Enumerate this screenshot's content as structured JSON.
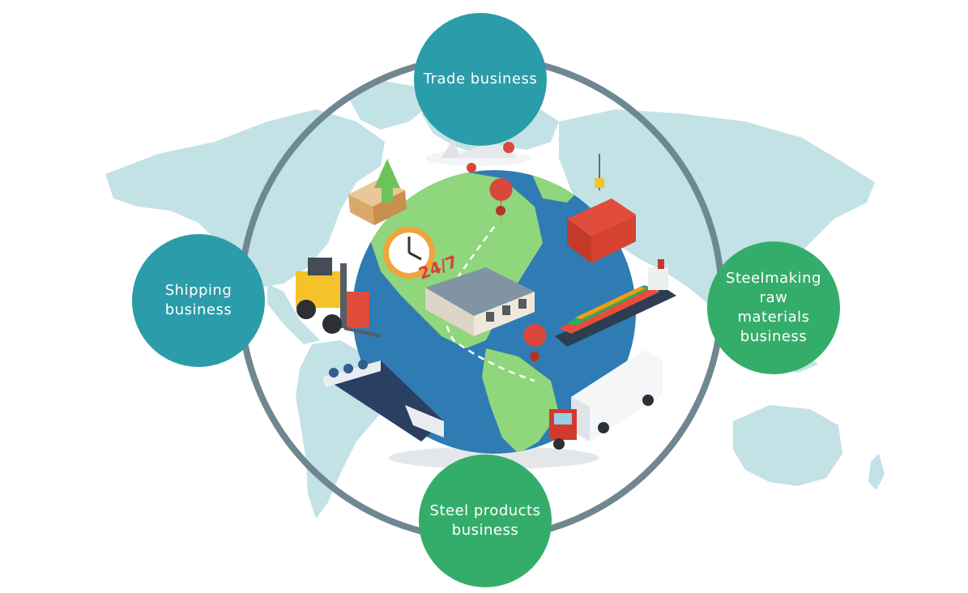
{
  "nodes": {
    "trade": {
      "label": "Trade business"
    },
    "shipping": {
      "label": "Shipping\nbusiness"
    },
    "steelmaking": {
      "label": "Steelmaking\nraw\nmaterials\nbusiness"
    },
    "steel_products": {
      "label": "Steel products\nbusiness"
    }
  },
  "colors": {
    "background": "#ffffff",
    "world_map": "#c2e2e6",
    "ring": "#6f8791",
    "teal_node": "#2b9ca9",
    "green_node": "#35ad6a",
    "ocean": "#2f7bb4",
    "land": "#8fd67c"
  },
  "illustrations": [
    "world-map-background",
    "globe",
    "airplane",
    "package-box-with-up-arrow",
    "clock-24-7",
    "map-pin",
    "warehouse",
    "forklift",
    "shipping-container-on-crane",
    "container-ship",
    "freight-train",
    "delivery-truck"
  ]
}
